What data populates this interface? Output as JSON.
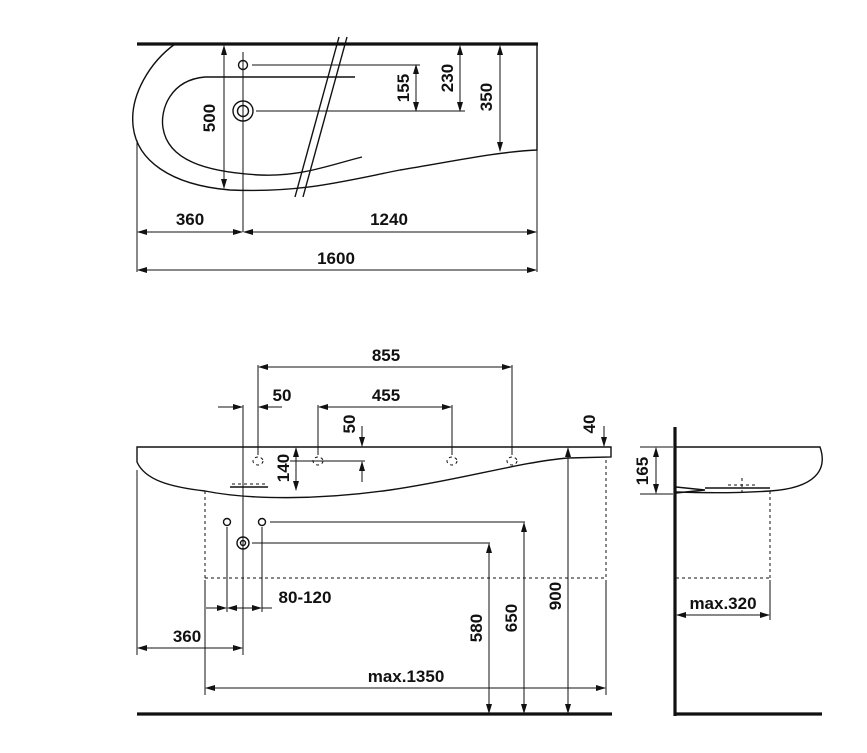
{
  "top_view": {
    "dims": {
      "d155": "155",
      "d230": "230",
      "d350": "350",
      "d500": "500",
      "d360": "360",
      "d1240": "1240",
      "d1600": "1600"
    }
  },
  "front_view": {
    "dims": {
      "d855": "855",
      "d50h": "50",
      "d455": "455",
      "d50v": "50",
      "d40": "40",
      "d140": "140",
      "d80_120": "80-120",
      "d360": "360",
      "d580": "580",
      "d650": "650",
      "d900": "900",
      "dmax1350": "max.1350"
    }
  },
  "side_view": {
    "dims": {
      "d165": "165",
      "dmax320": "max.320"
    }
  }
}
